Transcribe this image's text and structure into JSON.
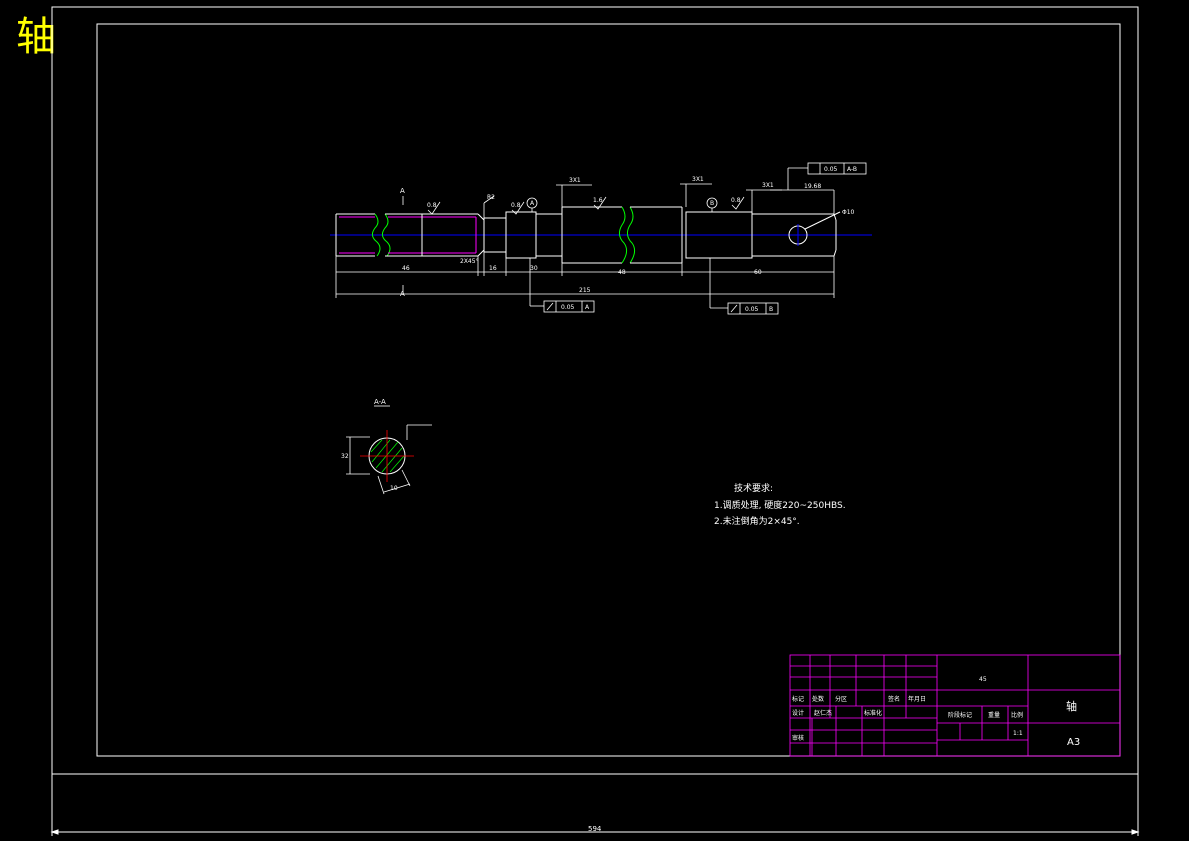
{
  "corner_title": "轴",
  "sheet_width_dim": "594",
  "drawing": {
    "section_mark_top": "A",
    "section_mark_bottom": "A",
    "dims": {
      "len_46": "46",
      "chamfer": "2X45°",
      "len_16": "16",
      "len_30": "30",
      "len_48": "48",
      "len_60": "60",
      "total": "215",
      "groove_1": "3X1",
      "groove_2": "3X1",
      "groove_3": "3X1",
      "offset": "19.68",
      "hole": "Φ10",
      "r2": "R2"
    },
    "roughness": [
      "0.8",
      "0.8",
      "1.6",
      "0.8"
    ],
    "datum_a": "A",
    "datum_b": "B",
    "runout_a": {
      "tol": "0.05",
      "ref": "A"
    },
    "runout_b": {
      "tol": "0.05",
      "ref": "B"
    },
    "position_tol": {
      "tol": "0.05",
      "ref": "A-B"
    },
    "section": {
      "label": "A-A",
      "dim_height": "32",
      "dim_width": "10"
    }
  },
  "tech_requirements": {
    "heading": "技术要求:",
    "lines": [
      "1.调质处理, 硬度220~250HBS.",
      "2.未注倒角为2×45°."
    ]
  },
  "title_block": {
    "material": "45",
    "part_name": "轴",
    "sheet_size": "A3",
    "scale": "1:1",
    "row_labels": {
      "mark": "标记",
      "count": "处数",
      "zone": "分区",
      "sign": "签名",
      "date": "年月日",
      "design": "设计",
      "designer": "赵仁杰",
      "standard": "标准化",
      "review": "审核",
      "stage": "阶段标记",
      "weight": "重量",
      "scale_label": "比例"
    }
  },
  "colors": {
    "frame": "#ffffff",
    "title_block": "#ff00ff",
    "corner_title": "#ffff00",
    "centerline": "#0000ff",
    "section_hatch": "#00ff00"
  }
}
